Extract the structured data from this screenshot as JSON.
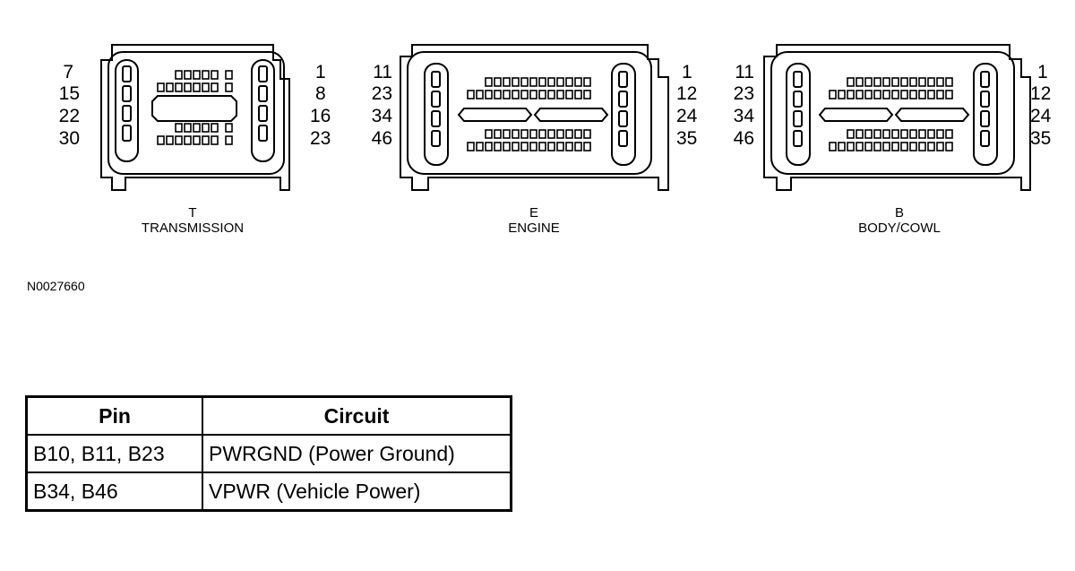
{
  "connectors": [
    {
      "id": "transmission",
      "letter": "T",
      "name": "TRANSMISSION",
      "left_pins": [
        "7",
        "15",
        "22",
        "30"
      ],
      "right_pins": [
        "1",
        "8",
        "16",
        "23"
      ]
    },
    {
      "id": "engine",
      "letter": "E",
      "name": "ENGINE",
      "left_pins": [
        "11",
        "23",
        "34",
        "46"
      ],
      "right_pins": [
        "1",
        "12",
        "24",
        "35"
      ]
    },
    {
      "id": "body",
      "letter": "B",
      "name": "BODY/COWL",
      "left_pins": [
        "11",
        "23",
        "34",
        "46"
      ],
      "right_pins": [
        "1",
        "12",
        "24",
        "35"
      ]
    }
  ],
  "reference": "N0027660",
  "table": {
    "headers": [
      "Pin",
      "Circuit"
    ],
    "rows": [
      [
        "B10, B11, B23",
        "PWRGND (Power Ground)"
      ],
      [
        "B34, B46",
        "VPWR (Vehicle Power)"
      ]
    ]
  }
}
